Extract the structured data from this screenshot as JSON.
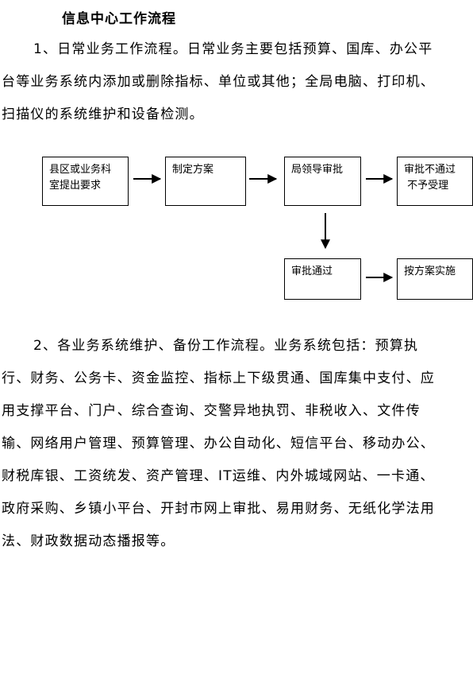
{
  "title": "信息中心工作流程",
  "section1": {
    "text": "1、日常业务工作流程。日常业务主要包括预算、国库、办公平台等业务系统内添加或删除指标、单位或其他；全局电脑、打印机、扫描仪的系统维护和设备检测。"
  },
  "flowchart": {
    "nodes": [
      {
        "id": "n1",
        "lines": [
          "县区或业务科",
          "室提出要求"
        ]
      },
      {
        "id": "n2",
        "lines": [
          "制定方案"
        ]
      },
      {
        "id": "n3",
        "lines": [
          "局领导审批"
        ]
      },
      {
        "id": "n4",
        "lines": [
          "审批不通过",
          " 不予受理"
        ]
      },
      {
        "id": "n5",
        "lines": [
          "审批通过"
        ]
      },
      {
        "id": "n6",
        "lines": [
          "按方案实施"
        ]
      }
    ]
  },
  "section2": {
    "text": "2、各业务系统维护、备份工作流程。业务系统包括：预算执行、财务、公务卡、资金监控、指标上下级贯通、国库集中支付、应用支撑平台、门户、综合查询、交警异地执罚、非税收入、文件传输、网络用户管理、预算管理、办公自动化、短信平台、移动办公、财税库银、工资统发、资产管理、IT运维、内外城域网站、一卡通、政府采购、乡镇小平台、开封市网上审批、易用财务、无纸化学法用法、财政数据动态播报等。"
  }
}
